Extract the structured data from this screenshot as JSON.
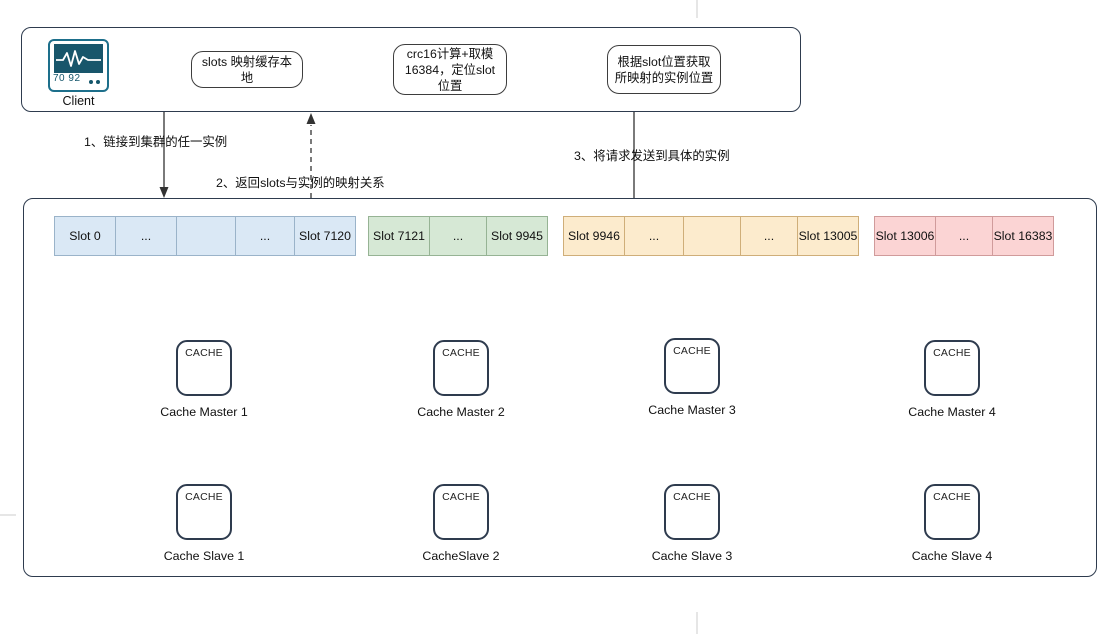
{
  "title": "Redis Cluster slots mapping diagram",
  "client_group": {
    "icon_name": "monitor-icon",
    "icon_numbers": "70  92",
    "label": "Client",
    "notes": [
      {
        "id": "note-1",
        "text": "slots 映射缓存本地"
      },
      {
        "id": "note-2",
        "text": "crc16计算+取模16384，定位slot位置"
      },
      {
        "id": "note-3",
        "text": "根据slot位置获取所映射的实例位置"
      }
    ]
  },
  "flows": [
    {
      "id": "flow-1",
      "text": "1、链接到集群的任一实例"
    },
    {
      "id": "flow-2",
      "text": "2、返回slots与实例的映射关系"
    },
    {
      "id": "flow-3",
      "text": "3、将请求发送到具体的实例"
    }
  ],
  "slot_ranges": [
    {
      "name": "range-1",
      "color": "#dae8f5",
      "border": "#9ab3c9",
      "cells": [
        {
          "text": "Slot 0",
          "w": 62
        },
        {
          "text": "...",
          "w": 62
        },
        {
          "text": "",
          "w": 60
        },
        {
          "text": "...",
          "w": 60
        },
        {
          "text": "Slot 7120",
          "w": 62
        }
      ]
    },
    {
      "name": "range-2",
      "color": "#d6e8d5",
      "border": "#96b394",
      "cells": [
        {
          "text": "Slot 7121",
          "w": 62
        },
        {
          "text": "...",
          "w": 58
        },
        {
          "text": "Slot 9945",
          "w": 62
        }
      ]
    },
    {
      "name": "range-3",
      "color": "#fcebcd",
      "border": "#cfae79",
      "cells": [
        {
          "text": "Slot 9946",
          "w": 62
        },
        {
          "text": "...",
          "w": 60
        },
        {
          "text": "",
          "w": 58
        },
        {
          "text": "...",
          "w": 58
        },
        {
          "text": "Slot 13005",
          "w": 62
        }
      ]
    },
    {
      "name": "range-4",
      "color": "#fbd4d4",
      "border": "#d09b9b",
      "cells": [
        {
          "text": "Slot 13006",
          "w": 62
        },
        {
          "text": "...",
          "w": 58
        },
        {
          "text": "Slot 16383",
          "w": 62
        }
      ]
    }
  ],
  "masters": [
    {
      "caption": "CACHE",
      "label": "Cache Master 1"
    },
    {
      "caption": "CACHE",
      "label": "Cache Master 2"
    },
    {
      "caption": "CACHE",
      "label": "Cache Master 3"
    },
    {
      "caption": "CACHE",
      "label": "Cache Master 4"
    }
  ],
  "slaves": [
    {
      "caption": "CACHE",
      "label": "Cache Slave 1"
    },
    {
      "caption": "CACHE",
      "label": "CacheSlave 2"
    },
    {
      "caption": "CACHE",
      "label": "Cache Slave 3"
    },
    {
      "caption": "CACHE",
      "label": "Cache Slave 4"
    }
  ],
  "colors": {
    "node_border": "#2e3b4e",
    "panel_border": "#2e3b4e",
    "connector": "#333333",
    "page_guide": "#d8d8d8"
  }
}
